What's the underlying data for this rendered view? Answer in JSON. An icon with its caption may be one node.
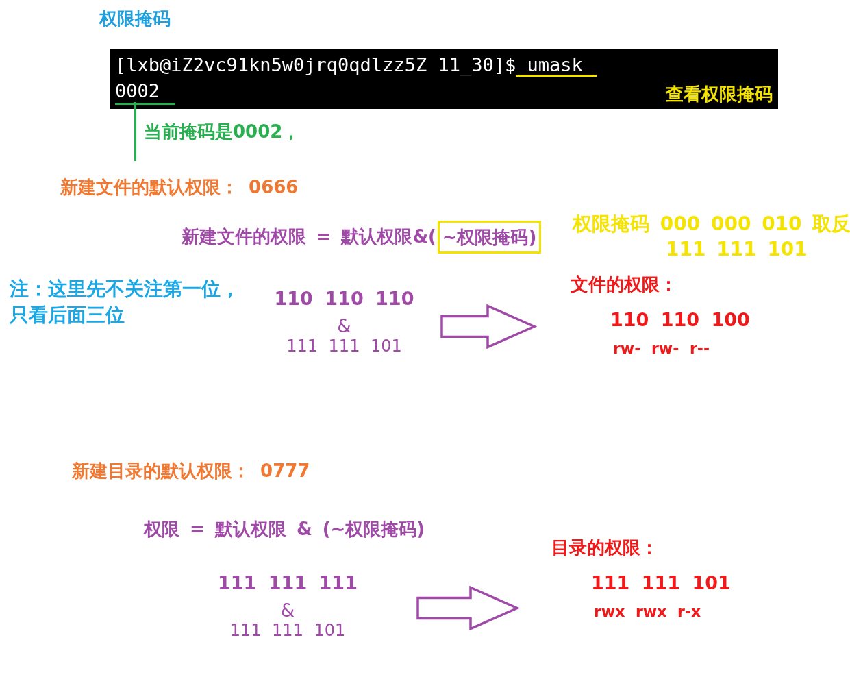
{
  "diagram": {
    "title": "权限掩码",
    "nodes": [
      {
        "text": [
          "[lxb@iZ2vc91kn5w0jrq0qdlzz5Z 11_30]$ umask",
          "0002",
          "查看权限掩码"
        ]
      },
      {
        "text": [
          "当前掩码是0002，"
        ]
      },
      {
        "text": [
          "110 110 110",
          "&",
          "111 111 101"
        ]
      },
      {
        "text": [
          "文件的权限：",
          "110 110 100",
          "rw- rw- r--"
        ]
      },
      {
        "text": [
          "111 111 111",
          "&",
          "111 111 101"
        ]
      },
      {
        "text": [
          "目录的权限：",
          "111 111 101",
          "rwx rwx r-x"
        ]
      },
      {
        "text": [
          "~权限掩码)"
        ],
        "beside": [
          "新建文件的权限 = 默认权限&("
        ]
      }
    ],
    "edges": [
      {
        "from": 1,
        "to": 0,
        "arrow": "none",
        "color": "#28b050"
      },
      {
        "from": 2,
        "to": 3,
        "arrow": "to",
        "style": "thick",
        "color": "#a04aa8"
      },
      {
        "from": 4,
        "to": 5,
        "arrow": "to",
        "style": "thick",
        "color": "#a04aa8"
      }
    ],
    "labels": [
      "新建文件的默认权限： 0666",
      "权限掩码 000 000 010 取反",
      "111 111 101",
      "注：这里先不关注第一位，只看后面三位",
      "新建目录的默认权限： 0777",
      "权限 = 默认权限 & (~权限掩码)"
    ]
  }
}
